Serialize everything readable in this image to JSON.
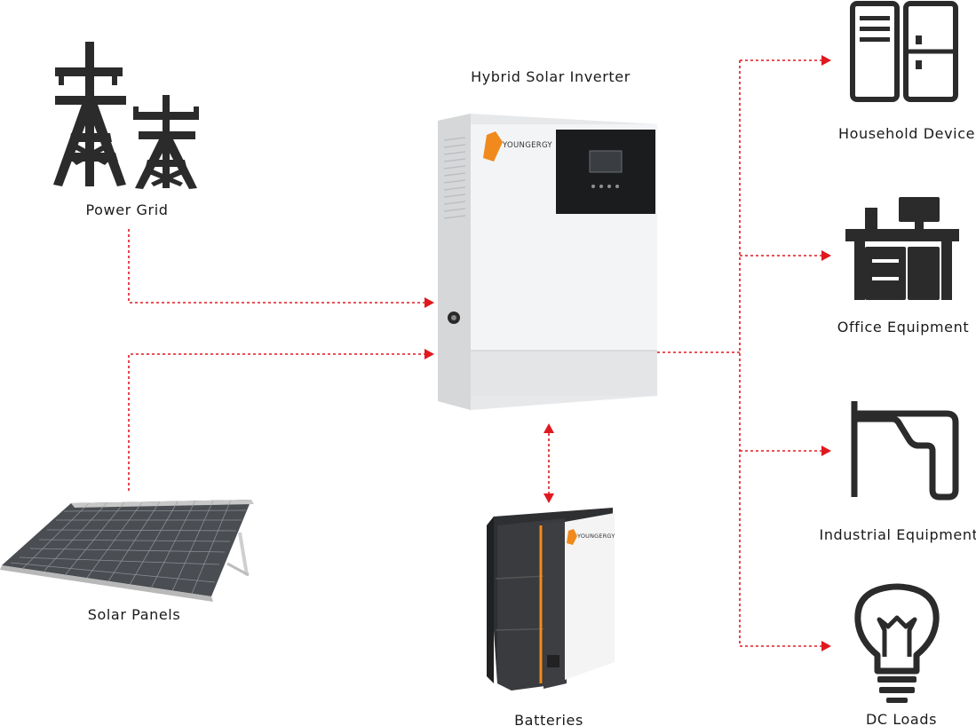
{
  "nodes": {
    "power_grid": {
      "label": "Power Grid"
    },
    "solar_panels": {
      "label": "Solar Panels"
    },
    "inverter": {
      "label": "Hybrid Solar Inverter",
      "brand": "YOUNGERGY"
    },
    "batteries": {
      "label": "Batteries",
      "brand": "YOUNGERGY"
    },
    "household_device": {
      "label": "Household Device",
      "icon": "refrigerator-icon"
    },
    "office_equipment": {
      "label": "Office Equipment",
      "icon": "office-desk-icon"
    },
    "industrial_equipment": {
      "label": "Industrial Equipment",
      "icon": "pipe-icon"
    },
    "dc_loads": {
      "label": "DC Loads",
      "icon": "light-bulb-icon"
    }
  },
  "colors": {
    "flow_line": "#e0191f",
    "icon": "#2b2b2b",
    "accent_orange": "#f08a1c"
  }
}
